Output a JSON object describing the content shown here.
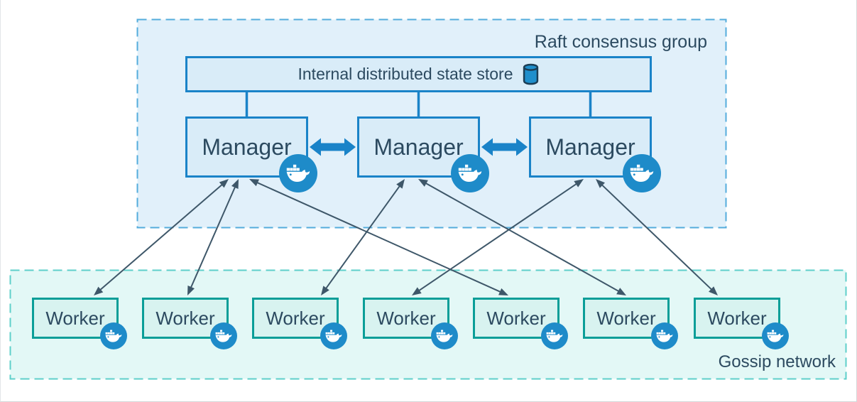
{
  "raft_group": {
    "label": "Raft consensus group",
    "state_store": {
      "label": "Internal distributed state store",
      "icon": "database-cylinder-icon"
    },
    "managers": [
      {
        "id": "manager-1",
        "label": "Manager",
        "badge_icon": "docker-whale-icon"
      },
      {
        "id": "manager-2",
        "label": "Manager",
        "badge_icon": "docker-whale-icon"
      },
      {
        "id": "manager-3",
        "label": "Manager",
        "badge_icon": "docker-whale-icon"
      }
    ],
    "manager_links": [
      {
        "from": "manager-1",
        "to": "manager-2",
        "type": "thick-double-arrow"
      },
      {
        "from": "manager-2",
        "to": "manager-3",
        "type": "thick-double-arrow"
      }
    ],
    "store_links": [
      "manager-1",
      "manager-2",
      "manager-3"
    ]
  },
  "gossip_network": {
    "label": "Gossip network",
    "workers": [
      {
        "id": "worker-1",
        "label": "Worker",
        "badge_icon": "docker-whale-icon"
      },
      {
        "id": "worker-2",
        "label": "Worker",
        "badge_icon": "docker-whale-icon"
      },
      {
        "id": "worker-3",
        "label": "Worker",
        "badge_icon": "docker-whale-icon"
      },
      {
        "id": "worker-4",
        "label": "Worker",
        "badge_icon": "docker-whale-icon"
      },
      {
        "id": "worker-5",
        "label": "Worker",
        "badge_icon": "docker-whale-icon"
      },
      {
        "id": "worker-6",
        "label": "Worker",
        "badge_icon": "docker-whale-icon"
      },
      {
        "id": "worker-7",
        "label": "Worker",
        "badge_icon": "docker-whale-icon"
      }
    ]
  },
  "edges": [
    {
      "from": "manager-1",
      "to": "worker-1",
      "type": "double-headed-arrow"
    },
    {
      "from": "manager-1",
      "to": "worker-2",
      "type": "double-headed-arrow"
    },
    {
      "from": "manager-1",
      "to": "worker-5",
      "type": "double-headed-arrow"
    },
    {
      "from": "manager-2",
      "to": "worker-3",
      "type": "double-headed-arrow"
    },
    {
      "from": "manager-2",
      "to": "worker-6",
      "type": "double-headed-arrow"
    },
    {
      "from": "manager-3",
      "to": "worker-4",
      "type": "double-headed-arrow"
    },
    {
      "from": "manager-3",
      "to": "worker-7",
      "type": "double-headed-arrow"
    }
  ],
  "colors": {
    "blue_border": "#1a83c8",
    "blue_fill": "#d9ecf8",
    "raft_fill": "#e1f0fa",
    "raft_dash": "#54acdc",
    "teal_border": "#0a9e98",
    "worker_fill": "#d8f3f0",
    "gossip_fill": "#e3f8f6",
    "gossip_dash": "#5ecfca",
    "docker_blue": "#1e8bc9",
    "edge_color": "#3e5769",
    "text_color": "#2c4a60"
  }
}
